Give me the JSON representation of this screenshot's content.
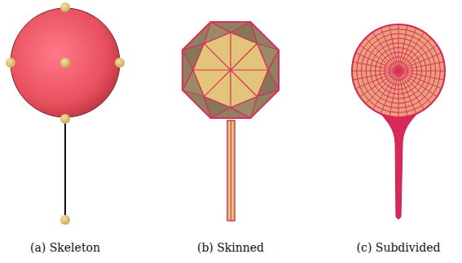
{
  "diagram": {
    "labels": [
      "(a) Skeleton",
      "(b) Skinned",
      "(c) Subdivided"
    ]
  }
}
